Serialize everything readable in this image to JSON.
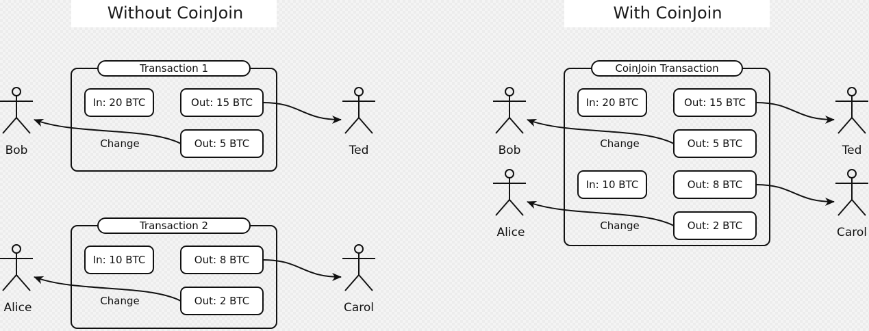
{
  "left_panel": {
    "title": "Without CoinJoin",
    "transactions": [
      {
        "label": "Transaction 1",
        "input": "In: 20 BTC",
        "outputs": [
          "Out: 15 BTC",
          "Out: 5 BTC"
        ],
        "change_label": "Change",
        "sender": "Bob",
        "recipient": "Ted"
      },
      {
        "label": "Transaction 2",
        "input": "In: 10 BTC",
        "outputs": [
          "Out: 8 BTC",
          "Out: 2 BTC"
        ],
        "change_label": "Change",
        "sender": "Alice",
        "recipient": "Carol"
      }
    ]
  },
  "right_panel": {
    "title": "With CoinJoin",
    "label": "CoinJoin Transaction",
    "inputs": [
      "In: 20 BTC",
      "In: 10 BTC"
    ],
    "outputs": [
      "Out: 15 BTC",
      "Out: 5 BTC",
      "Out: 8 BTC",
      "Out: 2 BTC"
    ],
    "change_labels": [
      "Change",
      "Change"
    ],
    "senders": [
      "Bob",
      "Alice"
    ],
    "recipients": [
      "Ted",
      "Carol"
    ]
  },
  "colors": {
    "stroke": "#111111",
    "box_fill": "#ffffff",
    "title_bg": "#ffffff",
    "background": "#f4f4f4"
  }
}
